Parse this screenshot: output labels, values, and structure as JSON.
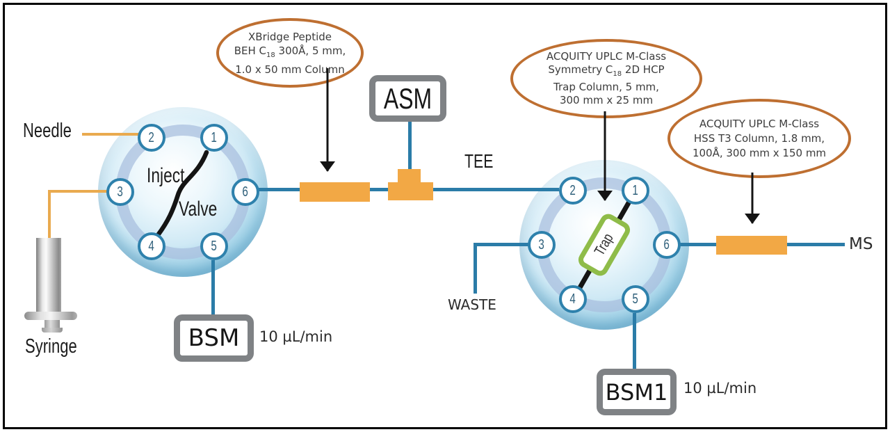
{
  "colors": {
    "blue_line": "#2B7CA8",
    "orange_line": "#E9AA4F",
    "column_fill": "#F2A845",
    "callout_stroke": "#BE6F31",
    "trap_stroke": "#8FBC49",
    "box_border": "#7F8285",
    "text_dark": "#3C3C3C"
  },
  "labels": {
    "needle": "Needle",
    "syringe": "Syringe",
    "tee": "TEE",
    "waste": "WASTE",
    "ms": "MS"
  },
  "valve_left": {
    "label_line1": "Inject",
    "label_line2": "Valve",
    "port1": "1",
    "port2": "2",
    "port3": "3",
    "port4": "4",
    "port5": "5",
    "port6": "6"
  },
  "valve_right": {
    "trap_label": "Trap",
    "port1": "1",
    "port2": "2",
    "port3": "3",
    "port4": "4",
    "port5": "5",
    "port6": "6"
  },
  "boxes": {
    "asm": "ASM",
    "bsm": "BSM",
    "bsm1": "BSM1"
  },
  "flow_rates": {
    "bsm": "10 µL/min",
    "bsm1": "10 µL/min"
  },
  "callouts": [
    {
      "line1": "XBridge Peptide",
      "line2_pre": "BEH C",
      "line2_sub": "18",
      "line2_post": " 300Å, 5 mm,",
      "line3": "1.0 x 50 mm Column"
    },
    {
      "line1": "ACQUITY UPLC M-Class",
      "line2_pre": "Symmetry C",
      "line2_sub": "18",
      "line2_post": " 2D HCP",
      "line3": "Trap Column, 5 mm,",
      "line4": "300 mm x 25 mm"
    },
    {
      "line1": "ACQUITY UPLC M-Class",
      "line2": "HSS T3 Column, 1.8 mm,",
      "line3": "100Å, 300 mm x 150 mm"
    }
  ]
}
